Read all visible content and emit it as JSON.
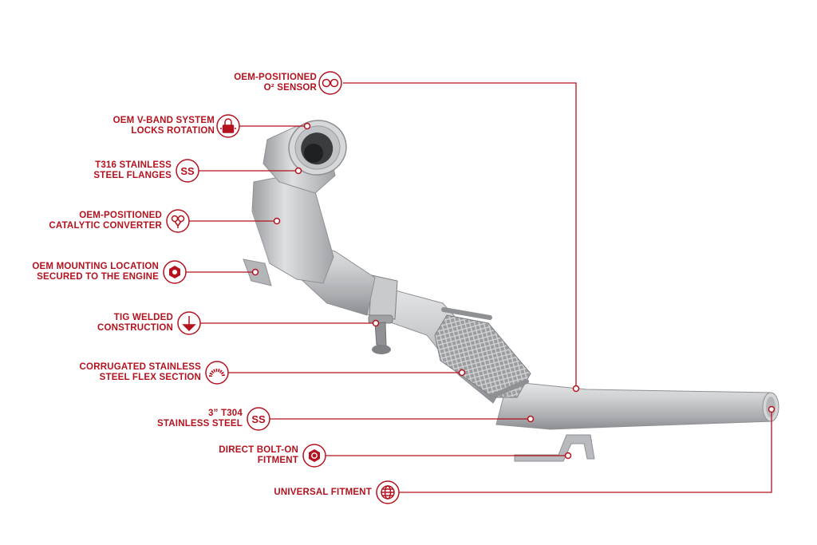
{
  "colors": {
    "accent": "#b3121e",
    "metal": "#c8c9cb",
    "metal_dark": "#8e9093"
  },
  "features": [
    {
      "id": "o2-sensor",
      "lines": [
        "OEM-POSITIONED",
        "O² SENSOR"
      ],
      "icon": "o2-sensor-icon"
    },
    {
      "id": "v-band",
      "lines": [
        "OEM V-BAND SYSTEM",
        "LOCKS ROTATION"
      ],
      "icon": "lock-icon"
    },
    {
      "id": "t316-flanges",
      "lines": [
        "T316 STAINLESS",
        "STEEL FLANGES"
      ],
      "icon": "stainless-steel-icon"
    },
    {
      "id": "catalytic",
      "lines": [
        "OEM-POSITIONED",
        "CATALYTIC CONVERTER"
      ],
      "icon": "catalytic-converter-icon"
    },
    {
      "id": "mounting",
      "lines": [
        "OEM MOUNTING LOCATION",
        "SECURED TO THE ENGINE"
      ],
      "icon": "hex-nut-icon"
    },
    {
      "id": "tig",
      "lines": [
        "TIG WELDED",
        "CONSTRUCTION"
      ],
      "icon": "weld-icon"
    },
    {
      "id": "flex",
      "lines": [
        "CORRUGATED STAINLESS",
        "STEEL FLEX SECTION"
      ],
      "icon": "flex-section-icon"
    },
    {
      "id": "t304",
      "lines": [
        "3” T304",
        "STAINLESS STEEL"
      ],
      "icon": "stainless-steel-icon"
    },
    {
      "id": "bolt-on",
      "lines": [
        "DIRECT BOLT-ON",
        "FITMENT"
      ],
      "icon": "bolt-icon"
    },
    {
      "id": "universal",
      "lines": [
        "UNIVERSAL FITMENT"
      ],
      "icon": "globe-icon"
    }
  ]
}
